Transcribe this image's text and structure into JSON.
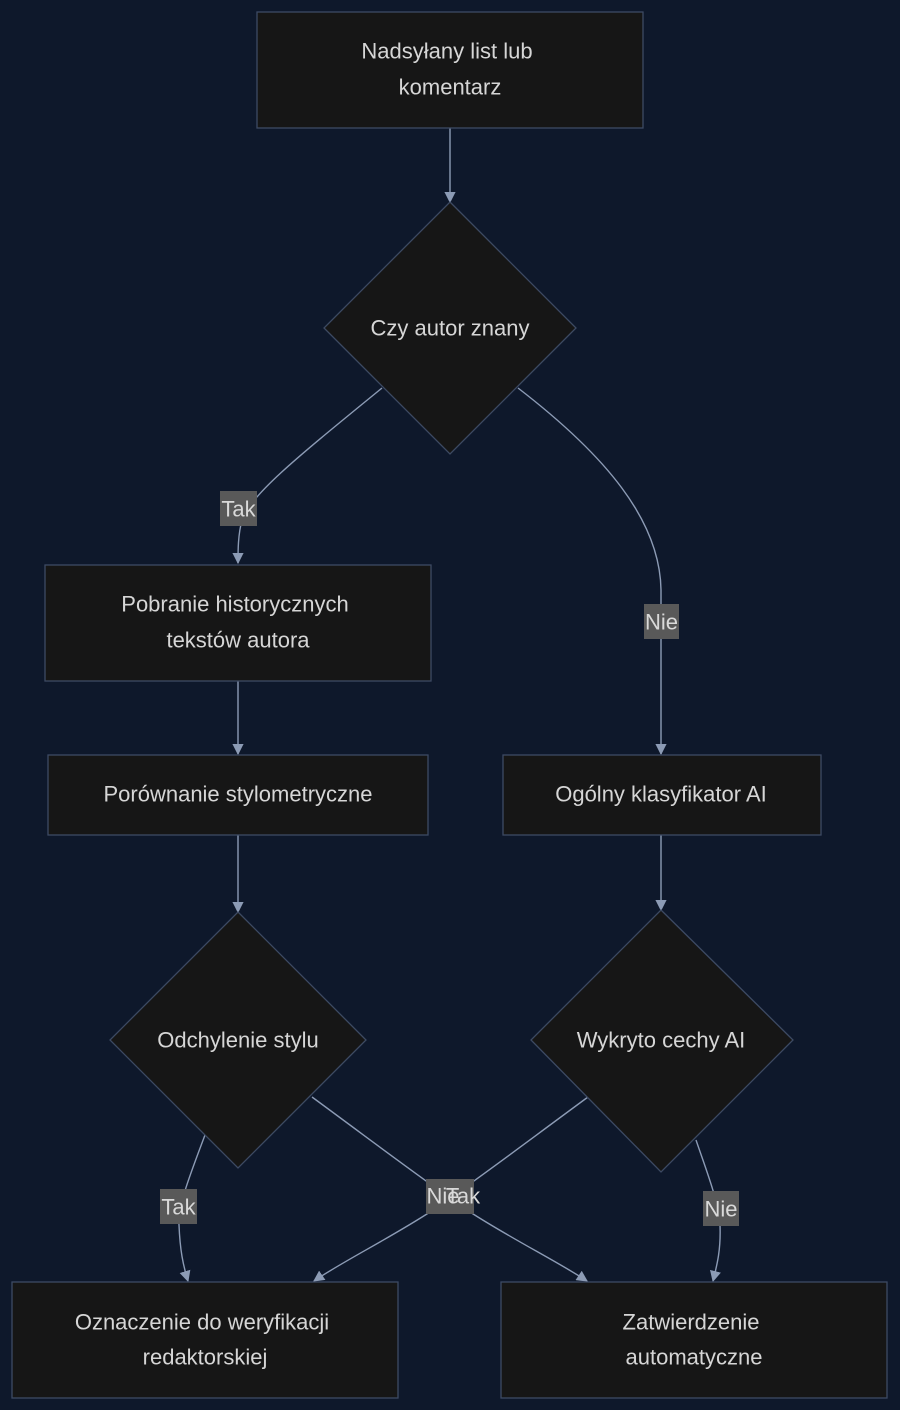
{
  "colors": {
    "background": "#0e182b",
    "node_fill": "#161616",
    "node_stroke": "#3d4a63",
    "edge": "#8c9bb5",
    "label_bg": "#595959",
    "text": "#d6d6d6"
  },
  "nodes": {
    "start": {
      "line1": "Nadsyłany list lub",
      "line2": "komentarz"
    },
    "author_known": {
      "label": "Czy autor znany"
    },
    "fetch_history": {
      "line1": "Pobranie historycznych",
      "line2": "tekstów autora"
    },
    "stylometric": {
      "label": "Porównanie stylometryczne"
    },
    "general_ai": {
      "label": "Ogólny klasyfikator AI"
    },
    "style_deviation": {
      "label": "Odchylenie stylu"
    },
    "ai_features": {
      "label": "Wykryto cechy AI"
    },
    "flag_review": {
      "line1": "Oznaczenie do weryfikacji",
      "line2": "redaktorskiej"
    },
    "auto_approve": {
      "line1": "Zatwierdzenie",
      "line2": "automatyczne"
    }
  },
  "edges": {
    "known_yes": "Tak",
    "known_no": "Nie",
    "deviation_yes": "Tak",
    "deviation_no": "Nie",
    "ai_yes": "Tak",
    "ai_no": "Nie"
  }
}
